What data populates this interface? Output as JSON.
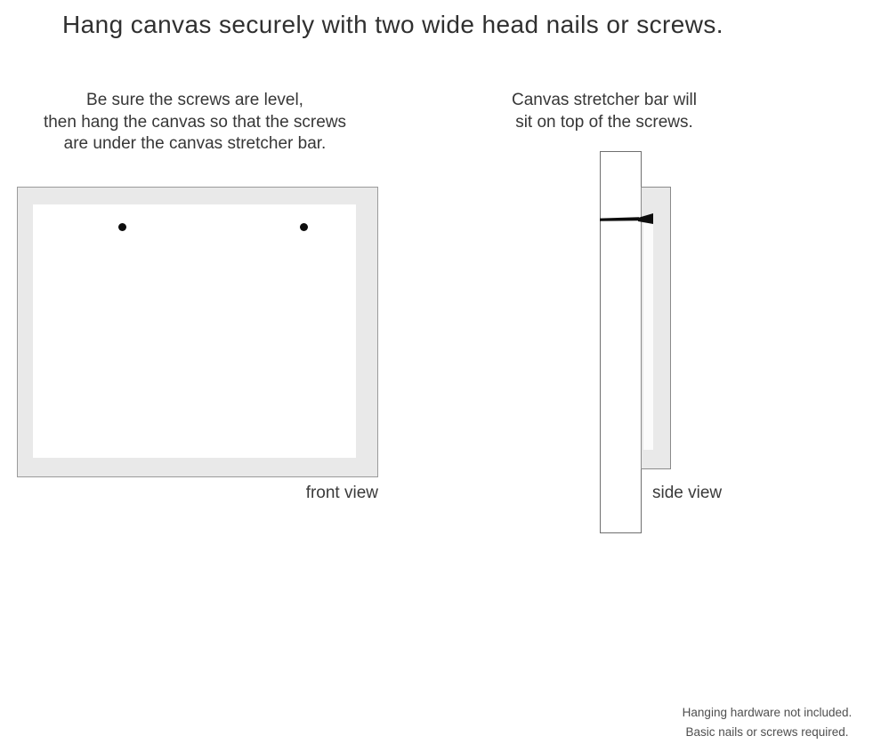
{
  "title": "Hang canvas securely with two wide head nails or screws.",
  "instructions": {
    "front": {
      "lines": [
        "Be sure the screws are level,",
        "then hang the canvas so that the screws",
        "are under the canvas stretcher bar."
      ]
    },
    "side": {
      "lines": [
        "Canvas stretcher bar will",
        "sit on top of the screws."
      ]
    }
  },
  "figures": {
    "front_view": {
      "label": "front view",
      "screw_count": 2
    },
    "side_view": {
      "label": "side view"
    }
  },
  "footnote": {
    "lines": [
      "Hanging hardware not included.",
      "Basic nails or screws required."
    ]
  },
  "colors": {
    "background": "#ffffff",
    "frame_fill": "#e9e9e9",
    "frame_border": "#9b9b9b",
    "wall_border": "#6f6f6f",
    "nail": "#0d0d0d",
    "screw_dot": "#0d0d0d",
    "text": "#343434",
    "footnote_text": "#4f4f4f"
  }
}
